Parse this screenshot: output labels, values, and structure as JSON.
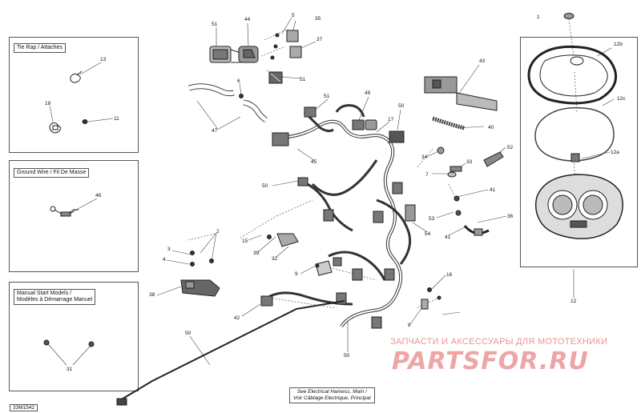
{
  "panels": {
    "tie_rap": {
      "title": "Tie Rap / Attaches"
    },
    "ground_wire": {
      "title": "Ground Wire / Fil De Masse"
    },
    "manual_start": {
      "title": "Manual Start Models /\nModèles à Démarrage Manuel"
    }
  },
  "note": "See Electrical Harness, Main /\nVoir Câblage Electrique, Principal",
  "drawing_code": "33M1542",
  "watermark": {
    "tagline": "ЗАПЧАСТИ И АКСЕССУАРЫ ДЛЯ МОТОТЕХНИКИ",
    "site": "PARTSFOR.RU"
  },
  "callouts": [
    {
      "id": "c1",
      "label": "1"
    },
    {
      "id": "c2",
      "label": "2"
    },
    {
      "id": "c3",
      "label": "3"
    },
    {
      "id": "c4",
      "label": "4"
    },
    {
      "id": "c5",
      "label": "5"
    },
    {
      "id": "c6",
      "label": "6"
    },
    {
      "id": "c7",
      "label": "7"
    },
    {
      "id": "c8",
      "label": "8"
    },
    {
      "id": "c9",
      "label": "9"
    },
    {
      "id": "c11",
      "label": "11"
    },
    {
      "id": "c12",
      "label": "12"
    },
    {
      "id": "c12a",
      "label": "12a"
    },
    {
      "id": "c12b",
      "label": "12b"
    },
    {
      "id": "c12c",
      "label": "12c"
    },
    {
      "id": "c13",
      "label": "13"
    },
    {
      "id": "c15",
      "label": "15"
    },
    {
      "id": "c16",
      "label": "16"
    },
    {
      "id": "c17",
      "label": "17"
    },
    {
      "id": "c18",
      "label": "18"
    },
    {
      "id": "c31",
      "label": "31"
    },
    {
      "id": "c32",
      "label": "32"
    },
    {
      "id": "c33",
      "label": "33"
    },
    {
      "id": "c34",
      "label": "34"
    },
    {
      "id": "c35",
      "label": "35"
    },
    {
      "id": "c36",
      "label": "36"
    },
    {
      "id": "c37",
      "label": "37"
    },
    {
      "id": "c38",
      "label": "38"
    },
    {
      "id": "c39",
      "label": "39"
    },
    {
      "id": "c40",
      "label": "40"
    },
    {
      "id": "c41a",
      "label": "41"
    },
    {
      "id": "c41b",
      "label": "41"
    },
    {
      "id": "c42",
      "label": "42"
    },
    {
      "id": "c43",
      "label": "43"
    },
    {
      "id": "c44",
      "label": "44"
    },
    {
      "id": "c45",
      "label": "45"
    },
    {
      "id": "c46",
      "label": "46"
    },
    {
      "id": "c47",
      "label": "47"
    },
    {
      "id": "c49",
      "label": "49"
    },
    {
      "id": "c50a",
      "label": "50"
    },
    {
      "id": "c50b",
      "label": "50"
    },
    {
      "id": "c50c",
      "label": "50"
    },
    {
      "id": "c50d",
      "label": "50"
    },
    {
      "id": "c51a",
      "label": "51"
    },
    {
      "id": "c51b",
      "label": "51"
    },
    {
      "id": "c51c",
      "label": "51"
    },
    {
      "id": "c52",
      "label": "52"
    },
    {
      "id": "c53",
      "label": "53"
    },
    {
      "id": "c54",
      "label": "54"
    },
    {
      "id": "c9b",
      "label": "9"
    },
    {
      "id": "c7b",
      "label": "7"
    },
    {
      "id": "c8b",
      "label": "8"
    }
  ]
}
